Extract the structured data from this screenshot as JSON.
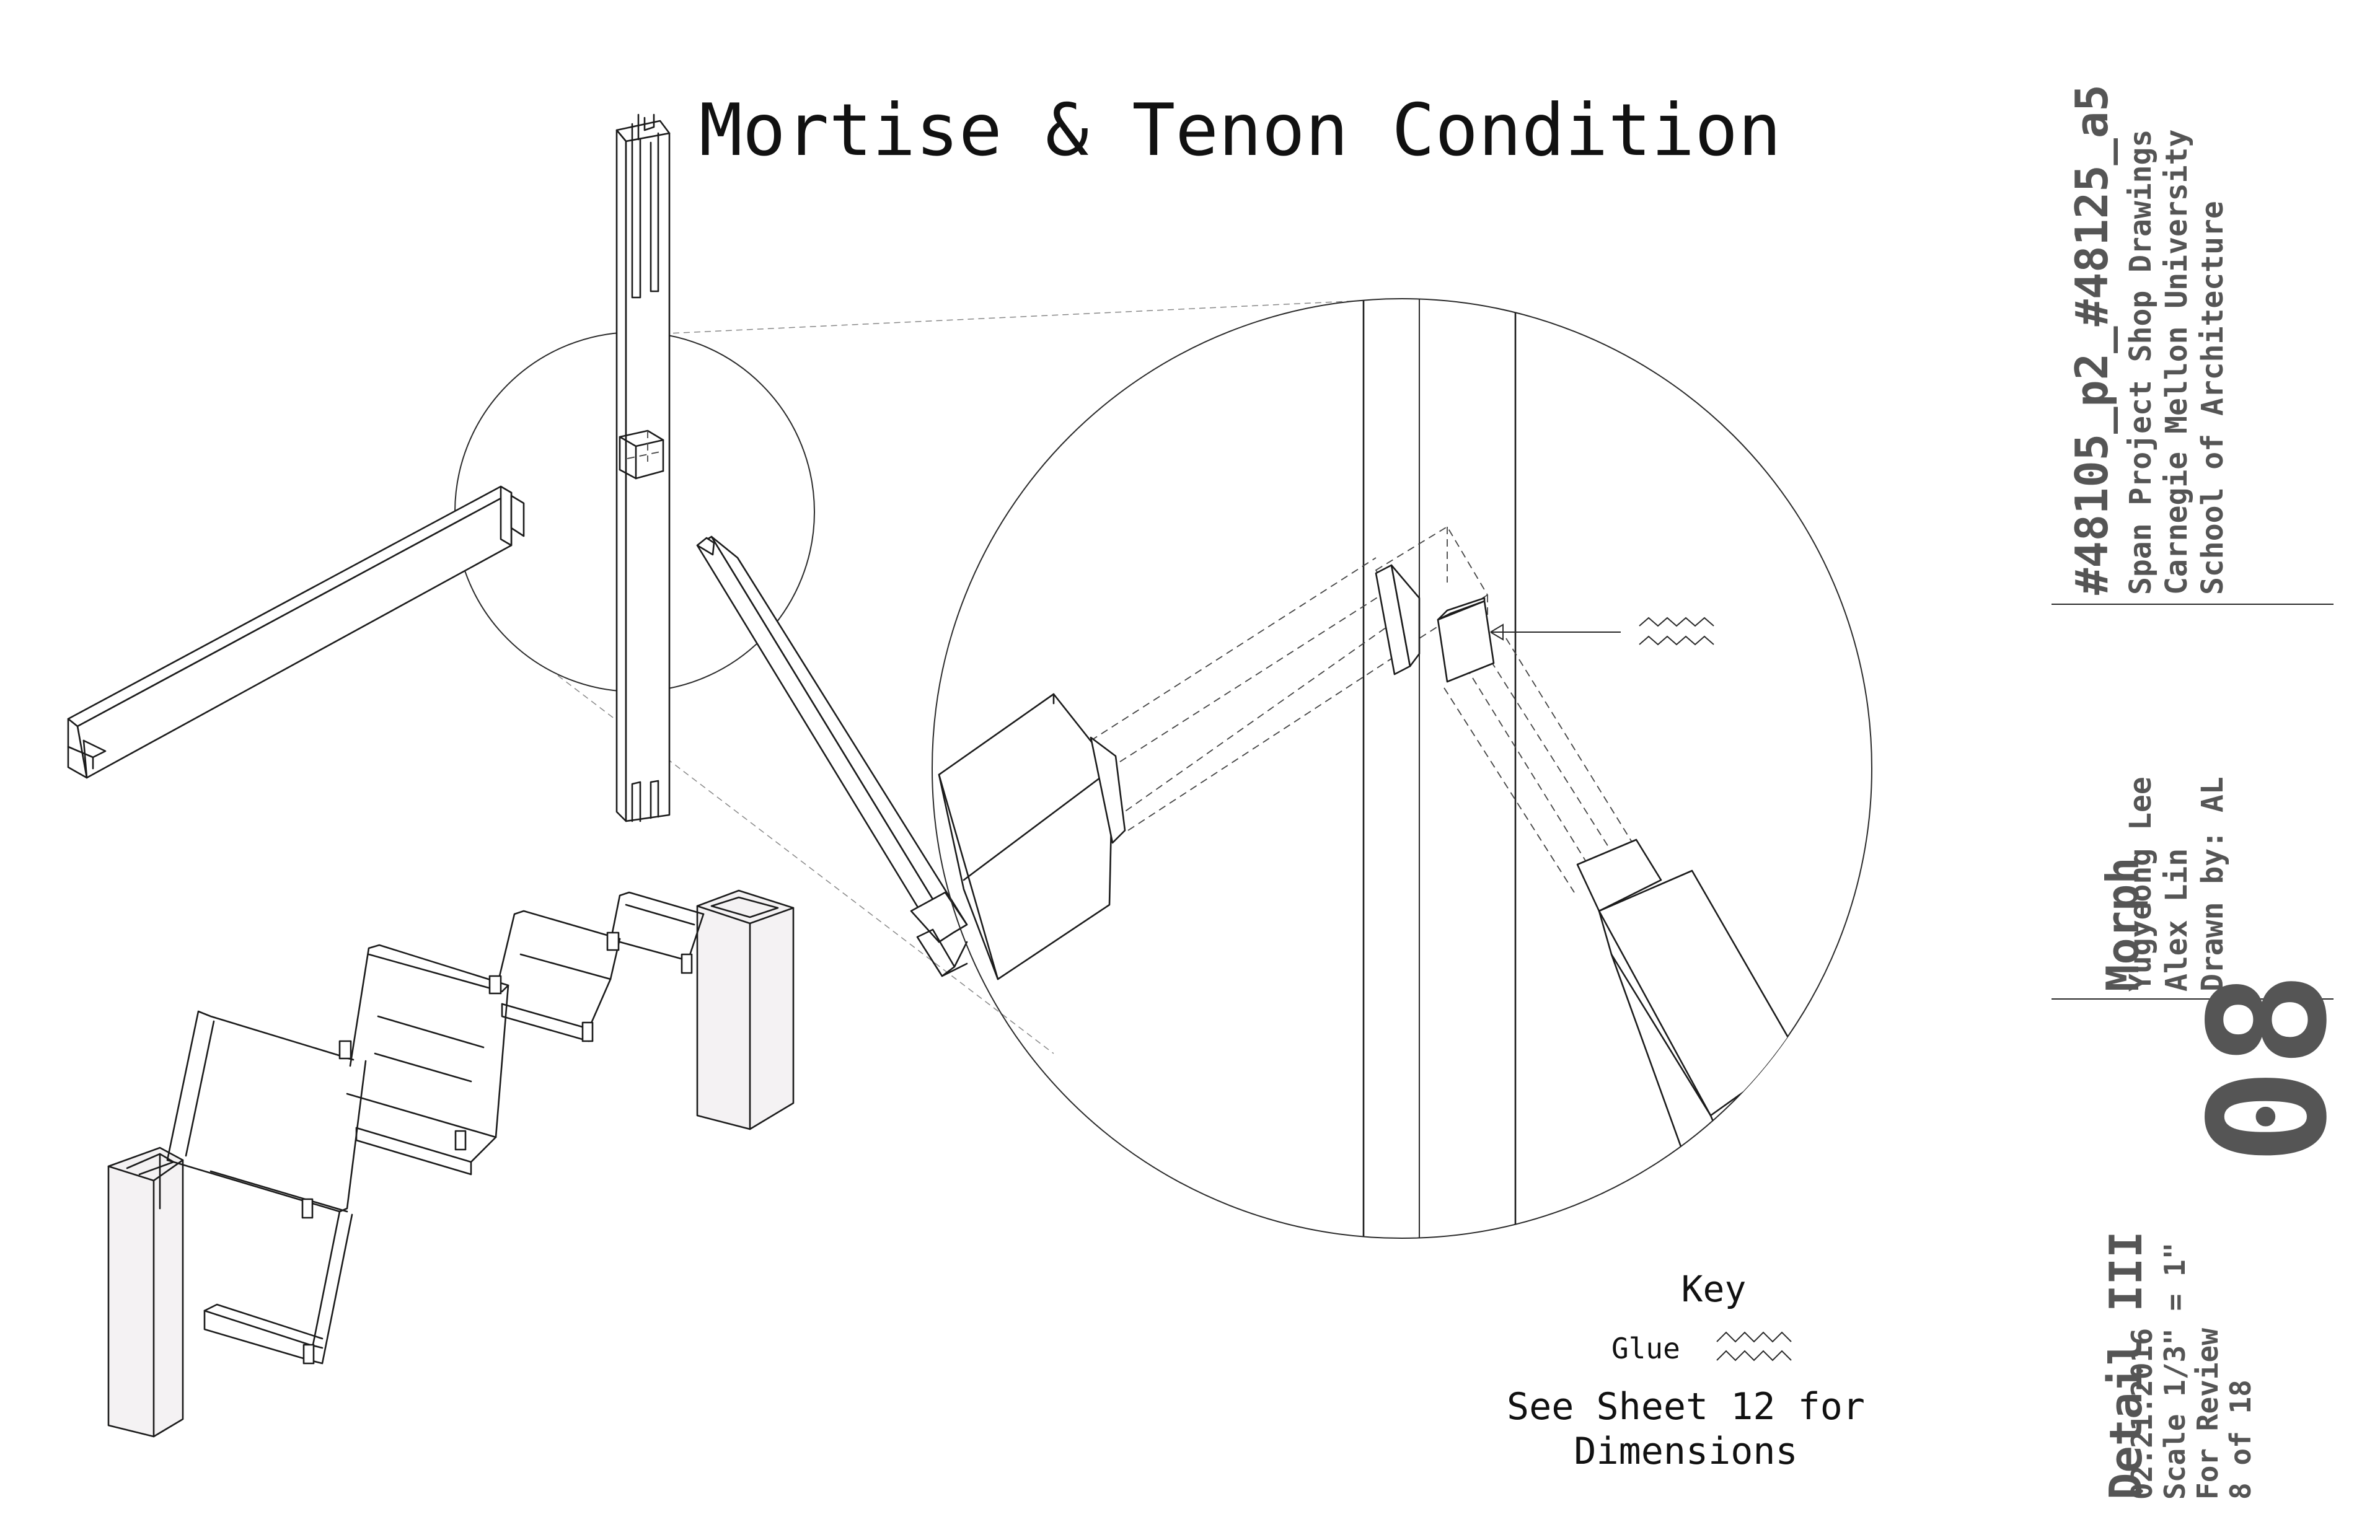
{
  "title": "Mortise & Tenon Condition",
  "key": {
    "heading": "Key",
    "glue_label": "Glue",
    "note_line1": "See Sheet 12 for",
    "note_line2": "Dimensions"
  },
  "title_block": {
    "project_code": "#48105_p2_#48125_a5",
    "project_lines": [
      "Span Project Shop Drawings",
      "Carnegie Mellon University",
      "School of Architecture"
    ],
    "group_name": "Morph",
    "people_lines": [
      "Yugyeong Lee",
      "Alex Lin",
      "Drawn by: AL"
    ],
    "sheet_number": "08",
    "detail_title": "Detail III",
    "detail_lines": [
      "02.21.2016",
      "Scale 1/3\" = 1\"",
      "For Review",
      "8 of 18"
    ]
  },
  "icons": {
    "glue_symbol": "zigzag-glue-icon"
  },
  "colors": {
    "ink": "#1b1b1b",
    "title_block_text": "#555555",
    "leg_fill": "#f4f2f3"
  }
}
